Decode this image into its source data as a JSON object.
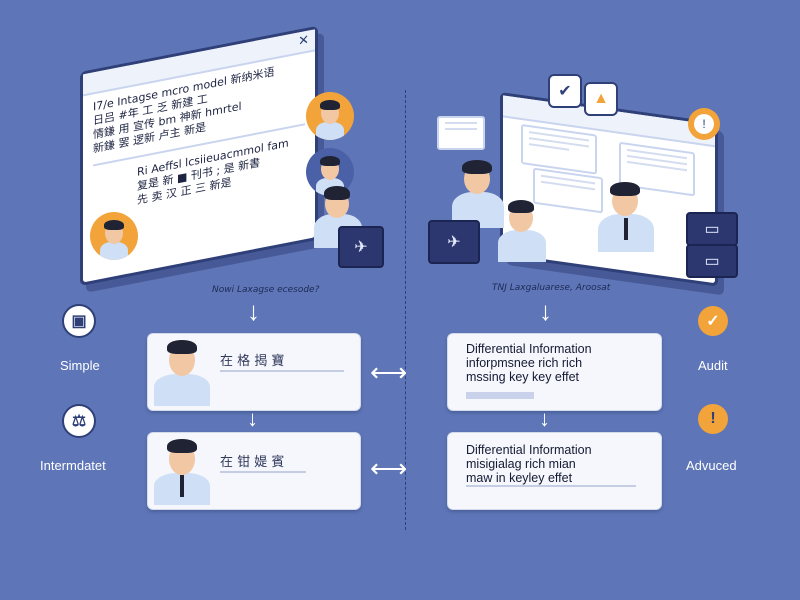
{
  "left_window": {
    "lines_top": "I7/e Intagse mcro model 新纳米语\n日吕 #年 工 乏 新建 工\n情鎌 用 宣传 bm 神新 hmrtel\n新鎌 罢 逻新 卢主 新是",
    "lines_bottom": "Ri Aeffsl lcsiieuacmmol fam\n复是 新 ■ 刊书 ; 是 新書\n先 卖 汉 正 三 新是"
  },
  "left_caption": "Nowi Laxagse ecesode?",
  "right_caption": "TNJ Laxgaluarese, Aroosat",
  "icons": {
    "left_top": "briefcase-icon",
    "left_bottom": "scale-icon",
    "right_top": "check-icon",
    "right_bottom": "warning-icon",
    "bubble_check": "check-icon",
    "bubble_warn": "warning-icon"
  },
  "side_labels": {
    "simple": "Simple",
    "intermediate": "Intermdatet",
    "audit": "Audit",
    "advanced": "Advuced"
  },
  "cards": {
    "doctor_top_text": "在 格 揭 寶",
    "doctor_bottom_text": "在 钳 媞 賓",
    "diff_top": "Differential Information\ninforpmsnee rich rich\nmssing key key effet",
    "diff_bottom": "Differential Information\nmisigialag rich mian\nmaw in keyley effet"
  },
  "colors": {
    "background": "#5e76b8",
    "accent_orange": "#f2a33a",
    "navy": "#2f3f78"
  }
}
